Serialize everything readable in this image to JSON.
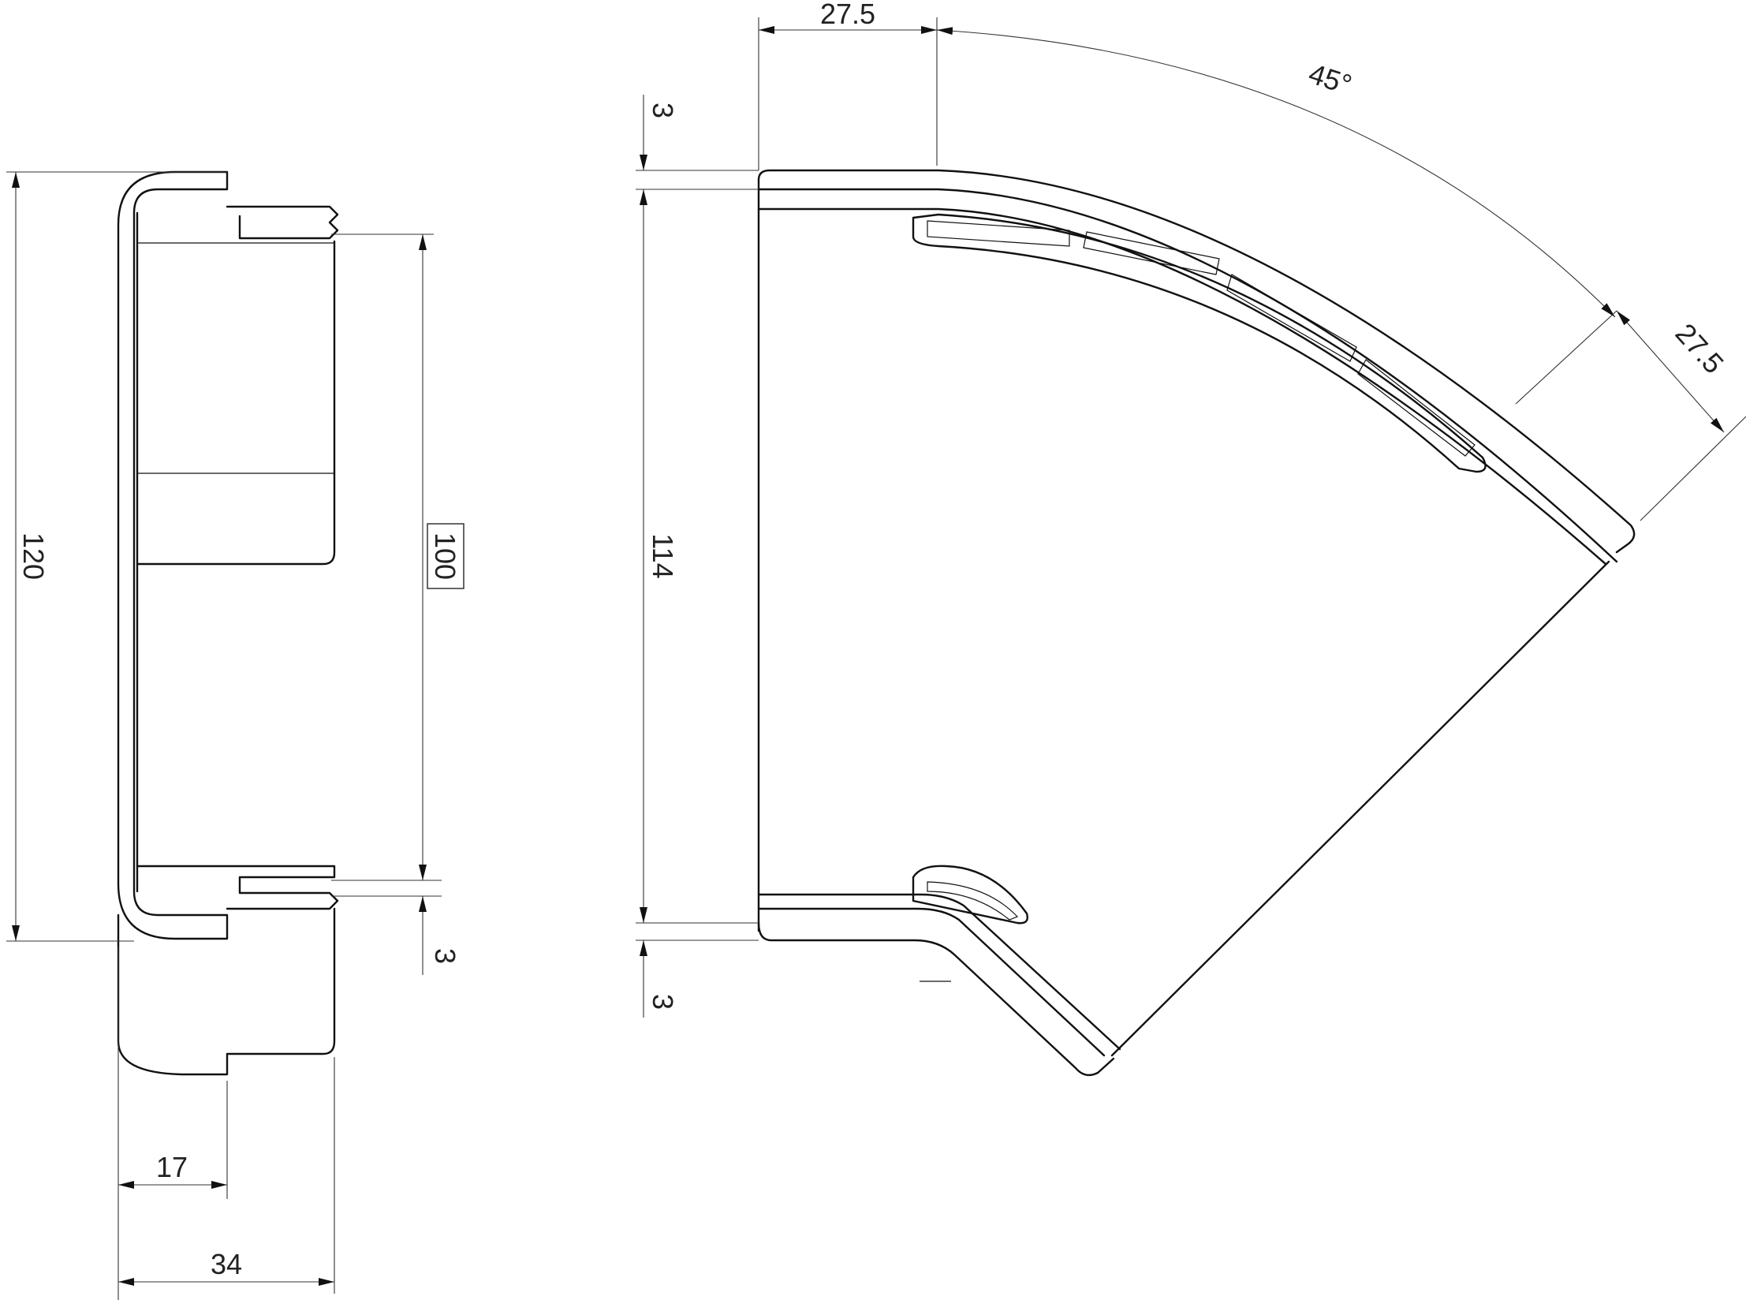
{
  "dimensions": {
    "side_height": "120",
    "side_inner_height": "100",
    "side_gap": "3",
    "side_depth_small": "17",
    "side_depth_total": "34",
    "top_offset": "27.5",
    "angle": "45°",
    "right_offset": "27.5",
    "elbow_top_gap": "3",
    "elbow_height": "114",
    "elbow_bottom_gap": "3"
  }
}
